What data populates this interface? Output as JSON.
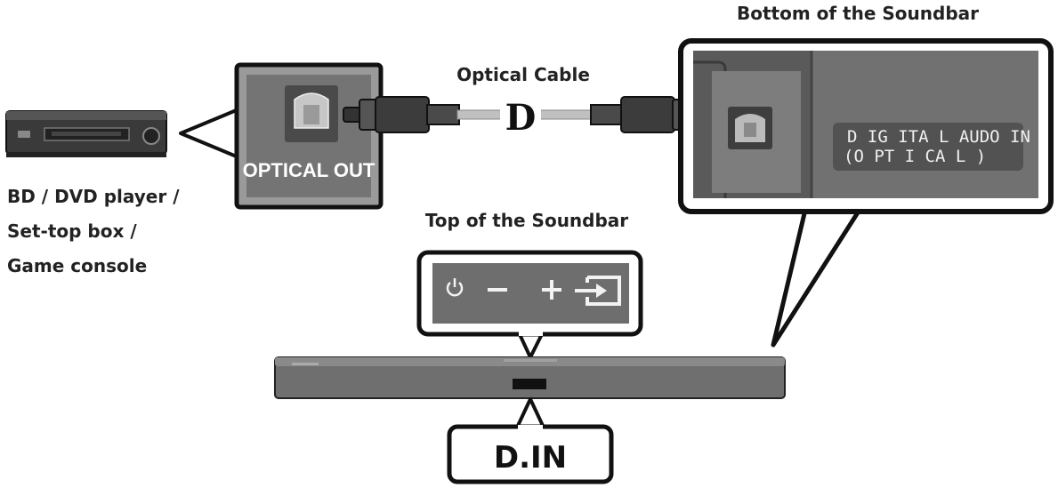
{
  "labels": {
    "optical_cable": "Optical Cable",
    "bottom_of_soundbar": "Bottom of the Soundbar",
    "top_of_soundbar": "Top of the Soundbar",
    "optical_out": "OPTICAL OUT",
    "digital_audio_in_line1": "D IG ITA L AUDO IN",
    "digital_audio_in_line2": "(O PT I CA L )",
    "d_in": "D.IN",
    "source_device_line1": "BD / DVD player /",
    "source_device_line2": "Set-top box /",
    "source_device_line3": "Game console",
    "cable_logo": "D"
  },
  "top_panel_buttons": [
    {
      "name": "power",
      "icon": "power-icon"
    },
    {
      "name": "volume-down",
      "icon": "minus-icon"
    },
    {
      "name": "volume-up",
      "icon": "plus-icon"
    },
    {
      "name": "source",
      "icon": "input-source-icon"
    }
  ],
  "colors": {
    "callout_border": "#111111",
    "panel_gray": "#6e6e6e",
    "cable_gray": "#bdbdbd",
    "soundbar_gray": "#707070",
    "dark_body": "#2e2e2e"
  }
}
